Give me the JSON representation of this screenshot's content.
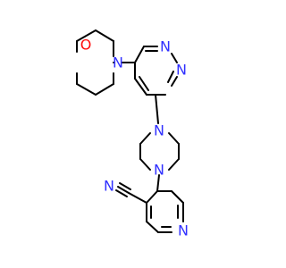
{
  "molecule": {
    "atoms": {
      "o_morpholine": "O",
      "n_morpholine": "N",
      "n_pyrimidine_1": "N",
      "n_pyrimidine_2": "N",
      "n_piperazine_1": "N",
      "n_piperazine_2": "N",
      "n_nitrile": "N",
      "n_pyridine": "N"
    },
    "colors": {
      "bond": "#000000",
      "nitrogen": "#3030ff",
      "oxygen": "#ff0d0d",
      "background": "#ffffff"
    }
  }
}
